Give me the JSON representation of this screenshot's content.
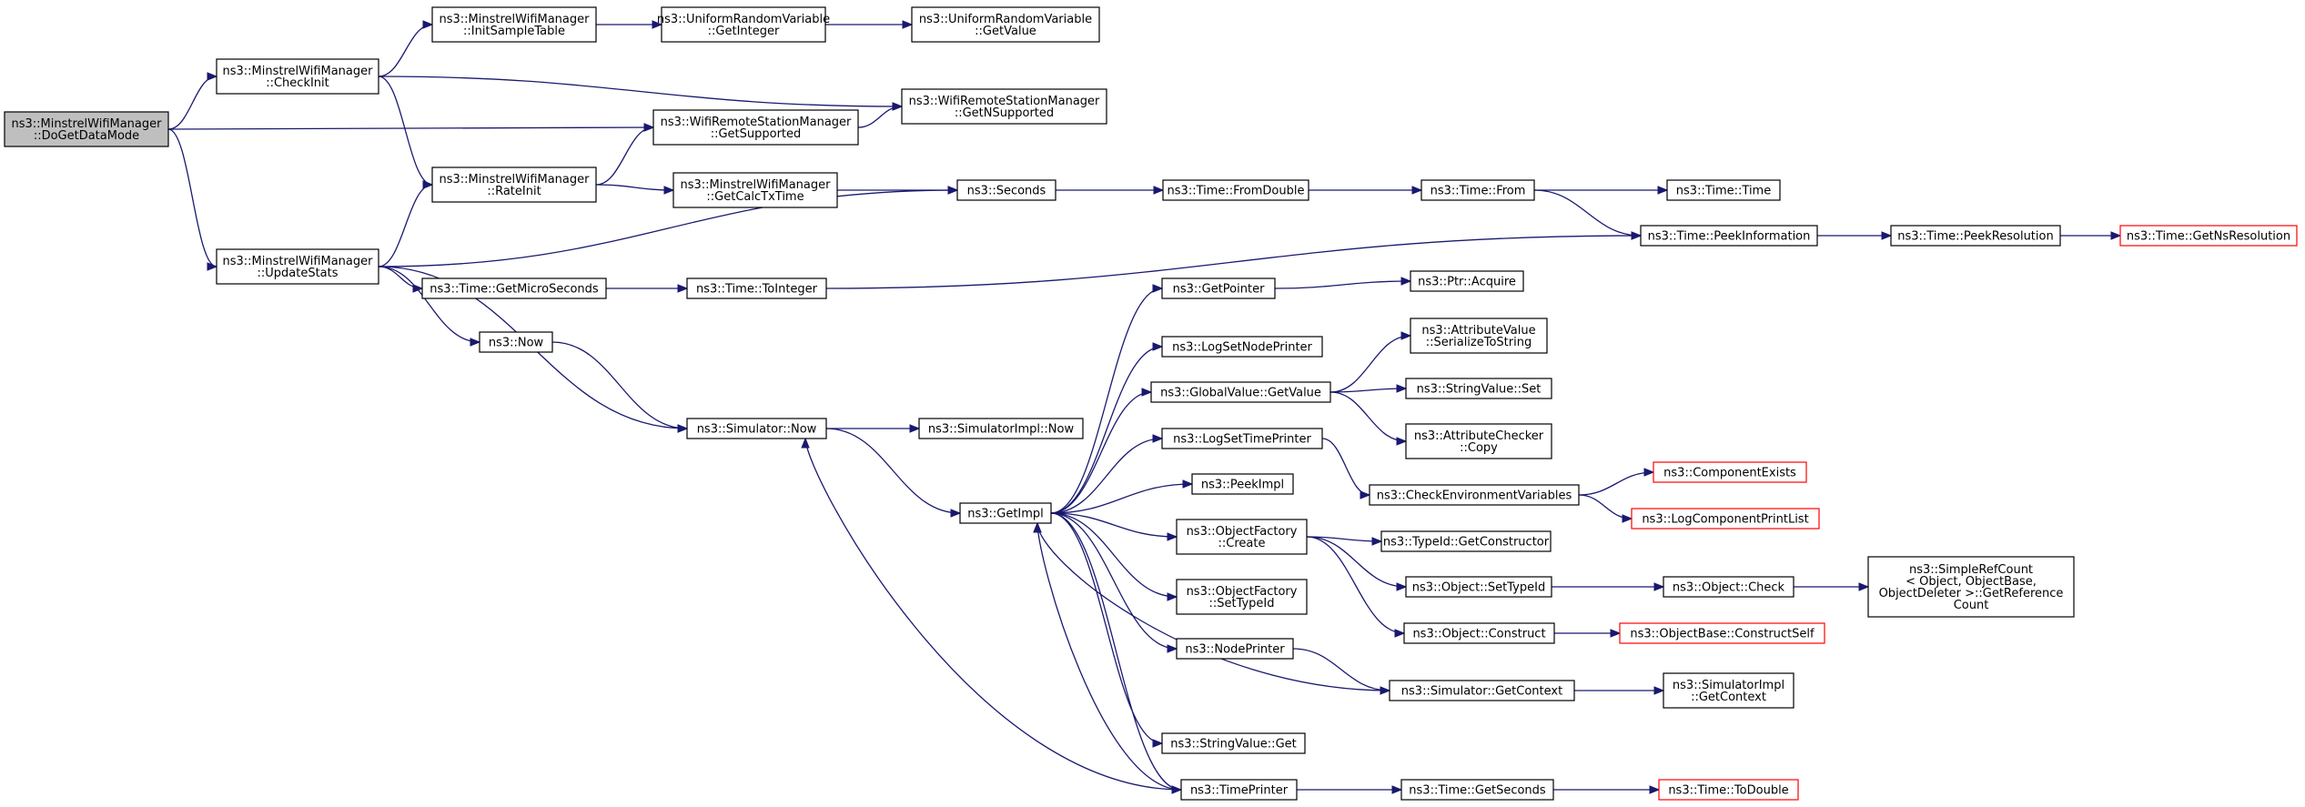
{
  "nodes": [
    {
      "id": "dogetdatamode",
      "lines": [
        "ns3::MinstrelWifiManager",
        "::DoGetDataMode"
      ],
      "root": true
    },
    {
      "id": "checkinit",
      "lines": [
        "ns3::MinstrelWifiManager",
        "::CheckInit"
      ]
    },
    {
      "id": "updatestats",
      "lines": [
        "ns3::MinstrelWifiManager",
        "::UpdateStats"
      ]
    },
    {
      "id": "initsampletable",
      "lines": [
        "ns3::MinstrelWifiManager",
        "::InitSampleTable"
      ]
    },
    {
      "id": "rateinit",
      "lines": [
        "ns3::MinstrelWifiManager",
        "::RateInit"
      ]
    },
    {
      "id": "urv-getinteger",
      "lines": [
        "ns3::UniformRandomVariable",
        "::GetInteger"
      ]
    },
    {
      "id": "urv-getvalue",
      "lines": [
        "ns3::UniformRandomVariable",
        "::GetValue"
      ]
    },
    {
      "id": "wrsm-getnsupported",
      "lines": [
        "ns3::WifiRemoteStationManager",
        "::GetNSupported"
      ]
    },
    {
      "id": "wrsm-getsupported",
      "lines": [
        "ns3::WifiRemoteStationManager",
        "::GetSupported"
      ]
    },
    {
      "id": "getcalctxtime",
      "lines": [
        "ns3::MinstrelWifiManager",
        "::GetCalcTxTime"
      ]
    },
    {
      "id": "seconds",
      "lines": [
        "ns3::Seconds"
      ]
    },
    {
      "id": "time-fromdouble",
      "lines": [
        "ns3::Time::FromDouble"
      ]
    },
    {
      "id": "time-from",
      "lines": [
        "ns3::Time::From"
      ]
    },
    {
      "id": "time-time",
      "lines": [
        "ns3::Time::Time"
      ]
    },
    {
      "id": "time-peekinformation",
      "lines": [
        "ns3::Time::PeekInformation"
      ]
    },
    {
      "id": "time-peekresolution",
      "lines": [
        "ns3::Time::PeekResolution"
      ]
    },
    {
      "id": "time-getnsresolution",
      "lines": [
        "ns3::Time::GetNsResolution"
      ],
      "truncated": true
    },
    {
      "id": "time-getmicroseconds",
      "lines": [
        "ns3::Time::GetMicroSeconds"
      ]
    },
    {
      "id": "time-tointeger",
      "lines": [
        "ns3::Time::ToInteger"
      ]
    },
    {
      "id": "now",
      "lines": [
        "ns3::Now"
      ]
    },
    {
      "id": "simulator-now",
      "lines": [
        "ns3::Simulator::Now"
      ]
    },
    {
      "id": "simulatorimpl-now",
      "lines": [
        "ns3::SimulatorImpl::Now"
      ]
    },
    {
      "id": "getimpl",
      "lines": [
        "ns3::GetImpl"
      ]
    },
    {
      "id": "getpointer",
      "lines": [
        "ns3::GetPointer"
      ]
    },
    {
      "id": "ptr-acquire",
      "lines": [
        "ns3::Ptr::Acquire"
      ]
    },
    {
      "id": "logsetnodeprinter",
      "lines": [
        "ns3::LogSetNodePrinter"
      ]
    },
    {
      "id": "attributevalue-serialize",
      "lines": [
        "ns3::AttributeValue",
        "::SerializeToString"
      ]
    },
    {
      "id": "globalvalue-getvalue",
      "lines": [
        "ns3::GlobalValue::GetValue"
      ]
    },
    {
      "id": "stringvalue-set",
      "lines": [
        "ns3::StringValue::Set"
      ]
    },
    {
      "id": "attributechecker-copy",
      "lines": [
        "ns3::AttributeChecker",
        "::Copy"
      ]
    },
    {
      "id": "logsettimeprinter",
      "lines": [
        "ns3::LogSetTimePrinter"
      ]
    },
    {
      "id": "componentexists",
      "lines": [
        "ns3::ComponentExists"
      ],
      "truncated": true
    },
    {
      "id": "checkenvironmentvariables",
      "lines": [
        "ns3::CheckEnvironmentVariables"
      ]
    },
    {
      "id": "logcomponentprintlist",
      "lines": [
        "ns3::LogComponentPrintList"
      ],
      "truncated": true
    },
    {
      "id": "peekimpl",
      "lines": [
        "ns3::PeekImpl"
      ]
    },
    {
      "id": "objectfactory-create",
      "lines": [
        "ns3::ObjectFactory",
        "::Create"
      ]
    },
    {
      "id": "typeid-getconstructor",
      "lines": [
        "ns3::TypeId::GetConstructor"
      ]
    },
    {
      "id": "object-settypeid",
      "lines": [
        "ns3::Object::SetTypeId"
      ]
    },
    {
      "id": "object-check",
      "lines": [
        "ns3::Object::Check"
      ]
    },
    {
      "id": "simplerefcount",
      "lines": [
        "ns3::SimpleRefCount",
        "< Object, ObjectBase,",
        " ObjectDeleter >::GetReference",
        "Count"
      ]
    },
    {
      "id": "objectfactory-settypeid",
      "lines": [
        "ns3::ObjectFactory",
        "::SetTypeId"
      ]
    },
    {
      "id": "object-construct",
      "lines": [
        "ns3::Object::Construct"
      ]
    },
    {
      "id": "objectbase-constructself",
      "lines": [
        "ns3::ObjectBase::ConstructSelf"
      ],
      "truncated": true
    },
    {
      "id": "nodeprinter",
      "lines": [
        "ns3::NodePrinter"
      ]
    },
    {
      "id": "simulator-getcontext",
      "lines": [
        "ns3::Simulator::GetContext"
      ]
    },
    {
      "id": "simulatorimpl-getcontext",
      "lines": [
        "ns3::SimulatorImpl",
        "::GetContext"
      ]
    },
    {
      "id": "stringvalue-get",
      "lines": [
        "ns3::StringValue::Get"
      ]
    },
    {
      "id": "timeprinter",
      "lines": [
        "ns3::TimePrinter"
      ]
    },
    {
      "id": "time-getseconds",
      "lines": [
        "ns3::Time::GetSeconds"
      ]
    },
    {
      "id": "time-todouble",
      "lines": [
        "ns3::Time::ToDouble"
      ],
      "truncated": true
    }
  ],
  "edges": [
    [
      "dogetdatamode",
      "checkinit"
    ],
    [
      "dogetdatamode",
      "wrsm-getsupported"
    ],
    [
      "dogetdatamode",
      "updatestats"
    ],
    [
      "checkinit",
      "initsampletable"
    ],
    [
      "checkinit",
      "wrsm-getnsupported"
    ],
    [
      "checkinit",
      "rateinit"
    ],
    [
      "initsampletable",
      "urv-getinteger"
    ],
    [
      "urv-getinteger",
      "urv-getvalue"
    ],
    [
      "wrsm-getsupported",
      "wrsm-getnsupported"
    ],
    [
      "rateinit",
      "wrsm-getsupported"
    ],
    [
      "rateinit",
      "getcalctxtime"
    ],
    [
      "getcalctxtime",
      "seconds"
    ],
    [
      "seconds",
      "time-fromdouble"
    ],
    [
      "time-fromdouble",
      "time-from"
    ],
    [
      "time-from",
      "time-time"
    ],
    [
      "time-from",
      "time-peekinformation"
    ],
    [
      "time-peekinformation",
      "time-peekresolution"
    ],
    [
      "time-peekresolution",
      "time-getnsresolution"
    ],
    [
      "updatestats",
      "rateinit"
    ],
    [
      "updatestats",
      "seconds"
    ],
    [
      "updatestats",
      "time-getmicroseconds"
    ],
    [
      "updatestats",
      "now"
    ],
    [
      "updatestats",
      "simulator-now"
    ],
    [
      "time-getmicroseconds",
      "time-tointeger"
    ],
    [
      "time-tointeger",
      "time-peekinformation"
    ],
    [
      "now",
      "simulator-now"
    ],
    [
      "simulator-now",
      "simulatorimpl-now"
    ],
    [
      "simulator-now",
      "getimpl"
    ],
    [
      "getimpl",
      "getpointer"
    ],
    [
      "getimpl",
      "logsetnodeprinter"
    ],
    [
      "getimpl",
      "globalvalue-getvalue"
    ],
    [
      "getimpl",
      "logsettimeprinter"
    ],
    [
      "getimpl",
      "peekimpl"
    ],
    [
      "getimpl",
      "objectfactory-create"
    ],
    [
      "getimpl",
      "objectfactory-settypeid"
    ],
    [
      "getimpl",
      "nodeprinter"
    ],
    [
      "getimpl",
      "stringvalue-get"
    ],
    [
      "getimpl",
      "timeprinter"
    ],
    [
      "getpointer",
      "ptr-acquire"
    ],
    [
      "globalvalue-getvalue",
      "attributevalue-serialize"
    ],
    [
      "globalvalue-getvalue",
      "stringvalue-set"
    ],
    [
      "globalvalue-getvalue",
      "attributechecker-copy"
    ],
    [
      "logsettimeprinter",
      "checkenvironmentvariables"
    ],
    [
      "checkenvironmentvariables",
      "componentexists"
    ],
    [
      "checkenvironmentvariables",
      "logcomponentprintlist"
    ],
    [
      "objectfactory-create",
      "typeid-getconstructor"
    ],
    [
      "objectfactory-create",
      "object-settypeid"
    ],
    [
      "objectfactory-create",
      "object-construct"
    ],
    [
      "object-settypeid",
      "object-check"
    ],
    [
      "object-check",
      "simplerefcount"
    ],
    [
      "object-construct",
      "objectbase-constructself"
    ],
    [
      "nodeprinter",
      "simulator-getcontext"
    ],
    [
      "simulator-getcontext",
      "simulatorimpl-getcontext"
    ],
    [
      "simulator-getcontext",
      "getimpl"
    ],
    [
      "timeprinter",
      "time-getseconds"
    ],
    [
      "timeprinter",
      "simulator-now"
    ],
    [
      "timeprinter",
      "getimpl"
    ],
    [
      "time-getseconds",
      "time-todouble"
    ]
  ],
  "colors": {
    "edge": "#191970",
    "root_fill": "#bfbfbf",
    "node_border": "#000000",
    "truncated_border": "#ff0000",
    "background": "#ffffff"
  }
}
